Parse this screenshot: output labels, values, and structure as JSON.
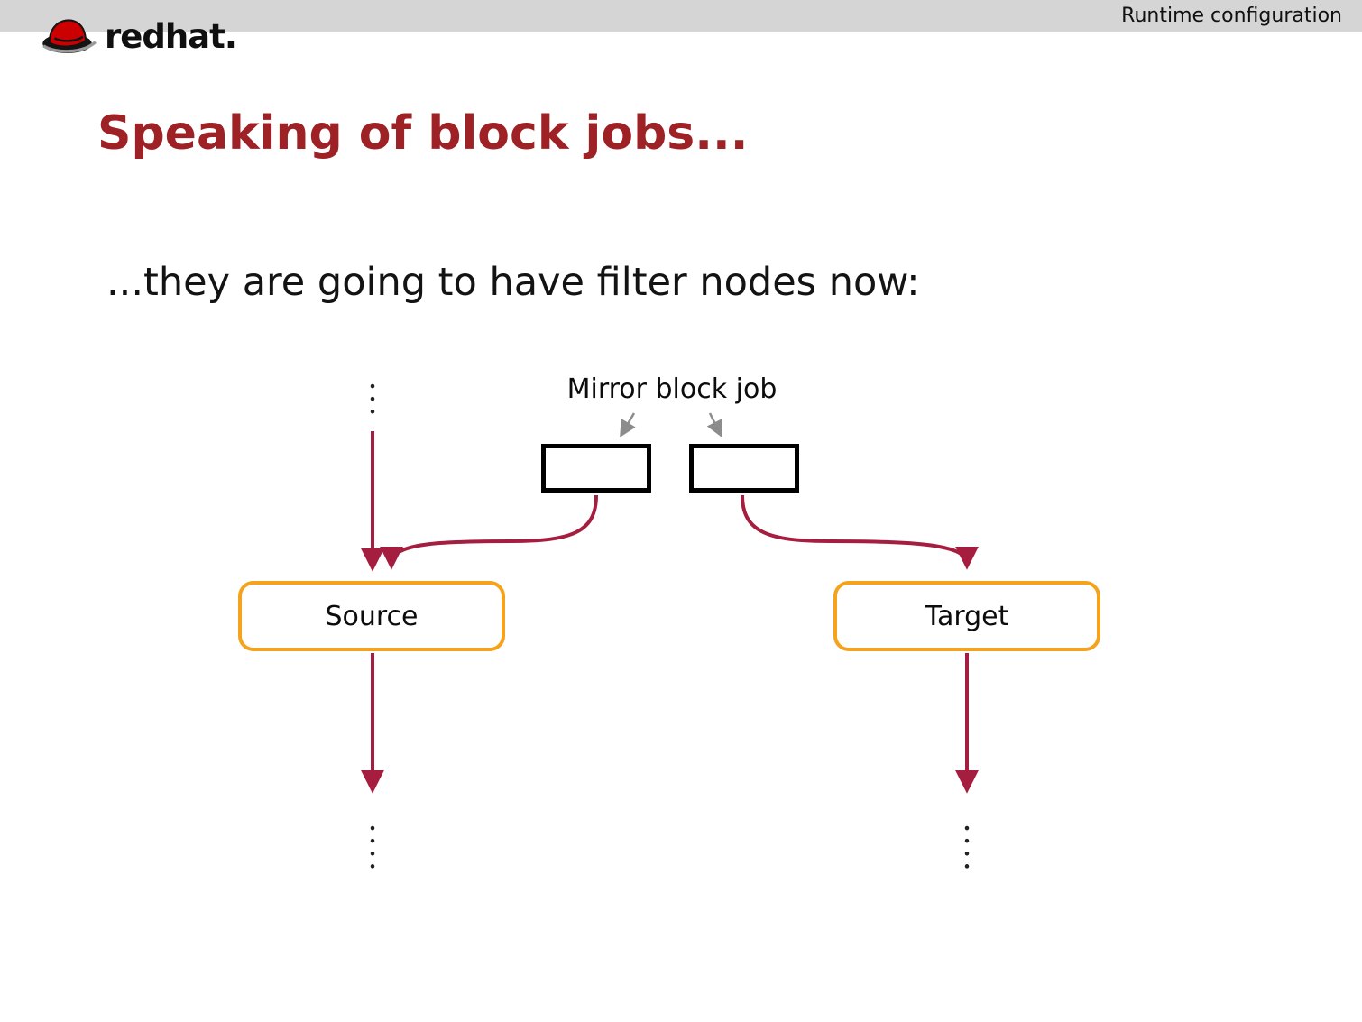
{
  "header": {
    "label": "Runtime configuration"
  },
  "logo": {
    "text": "redhat."
  },
  "slide": {
    "title": "Speaking of block jobs...",
    "body": "...they are going to have filter nodes now:"
  },
  "diagram": {
    "mirror_label": "Mirror block job",
    "nodes": {
      "source": "Source",
      "target": "Target"
    }
  },
  "colors": {
    "header_bar": "#d5d5d5",
    "title": "#9e2125",
    "arrow": "#a51d3f",
    "node_border": "#f5a21c",
    "gray_arrow": "#8c8c8c",
    "logo_red": "#cc0000",
    "text": "#141414"
  }
}
